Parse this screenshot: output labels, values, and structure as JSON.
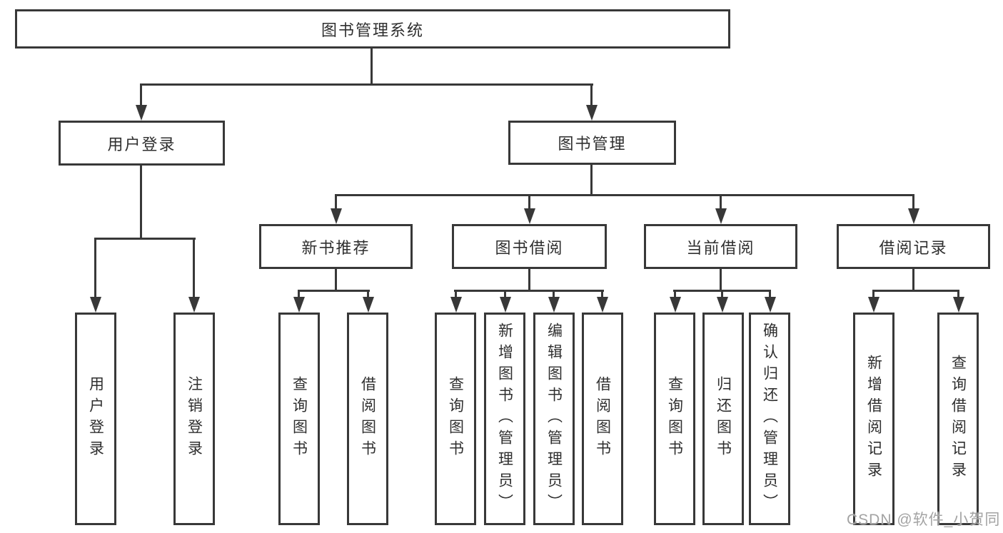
{
  "diagram": {
    "type": "hierarchy-tree",
    "title": "图书管理系统",
    "watermark": "CSDN @软件_小贺同学",
    "colors": {
      "line": "#383838",
      "border": "#383838",
      "text": "#2f2f2f",
      "background": "#ffffff",
      "watermark": "#a3a3a3"
    },
    "nodes": {
      "root": {
        "label": "图书管理系统"
      },
      "user_login": {
        "label": "用户登录"
      },
      "book_mgmt": {
        "label": "图书管理"
      },
      "new_book": {
        "label": "新书推荐"
      },
      "book_borrow": {
        "label": "图书借阅"
      },
      "current_borrow": {
        "label": "当前借阅"
      },
      "borrow_record": {
        "label": "借阅记录"
      },
      "leaf_login": {
        "label": "用户登录"
      },
      "leaf_logout": {
        "label": "注销登录"
      },
      "leaf_nb_query": {
        "label": "查询图书"
      },
      "leaf_nb_borrow": {
        "label": "借阅图书"
      },
      "leaf_bb_query": {
        "label": "查询图书"
      },
      "leaf_bb_add": {
        "label": "新增图书（管理员）"
      },
      "leaf_bb_edit": {
        "label": "编辑图书（管理员）"
      },
      "leaf_bb_borrow": {
        "label": "借阅图书"
      },
      "leaf_cb_query": {
        "label": "查询图书"
      },
      "leaf_cb_return": {
        "label": "归还图书"
      },
      "leaf_cb_confirm": {
        "label": "确认归还（管理员）"
      },
      "leaf_br_add": {
        "label": "新增借阅记录"
      },
      "leaf_br_query": {
        "label": "查询借阅记录"
      }
    },
    "hierarchy": {
      "图书管理系统": {
        "用户登录": [
          "用户登录",
          "注销登录"
        ],
        "图书管理": {
          "新书推荐": [
            "查询图书",
            "借阅图书"
          ],
          "图书借阅": [
            "查询图书",
            "新增图书（管理员）",
            "编辑图书（管理员）",
            "借阅图书"
          ],
          "当前借阅": [
            "查询图书",
            "归还图书",
            "确认归还（管理员）"
          ],
          "借阅记录": [
            "新增借阅记录",
            "查询借阅记录"
          ]
        }
      }
    }
  }
}
